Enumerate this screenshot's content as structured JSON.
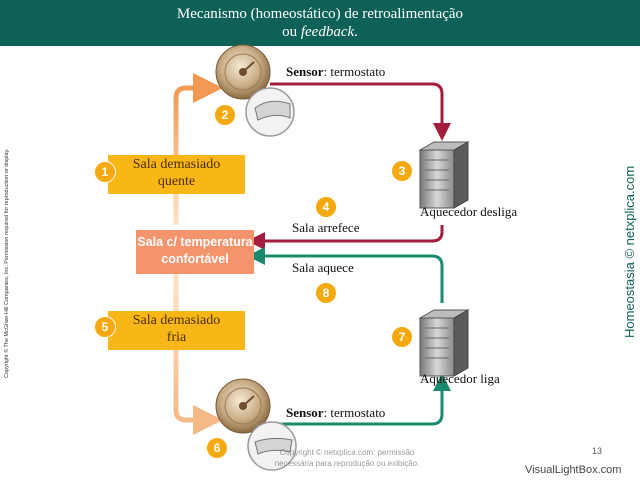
{
  "header": {
    "line1": "Mecanismo (homeostático) de retroalimentação",
    "line2_prefix": "ou ",
    "line2_italic": "feedback",
    "line2_suffix": "."
  },
  "boxes": {
    "hot": [
      "Sala demasiado",
      "quente"
    ],
    "comfort": [
      "Sala c/ temperatura",
      "confortável"
    ],
    "cold": [
      "Sala demasiado",
      "fria"
    ]
  },
  "badges": [
    "1",
    "2",
    "3",
    "4",
    "5",
    "6",
    "7",
    "8"
  ],
  "labels": {
    "sensor_bold": "Sensor",
    "sensor_rest": ": termostato",
    "heater_off": "Aquecedor desliga",
    "heater_on": "Aquecedor liga",
    "cools": "Sala arrefece",
    "warms": "Sala aquece"
  },
  "side_copyright": "Copyright © The McGraw-Hill Companies, Inc. Permission required for reproduction or display.",
  "side_site": "Homeostasia © netxplica.com",
  "watermark": [
    "Copyright © netxplica.com: permissão",
    "necessária para reprodução ou exibição."
  ],
  "page_number": "13",
  "visual_lightbox": "VisualLightBox.com",
  "colors": {
    "header": "#0e6157",
    "box_yellow": "#f9b617",
    "box_salmon": "#f4946d",
    "arrow_red": "#a51d3c",
    "arrow_green": "#1a8a6e",
    "arrow_orange": "#f2a466",
    "badge": "#f6a90f"
  }
}
